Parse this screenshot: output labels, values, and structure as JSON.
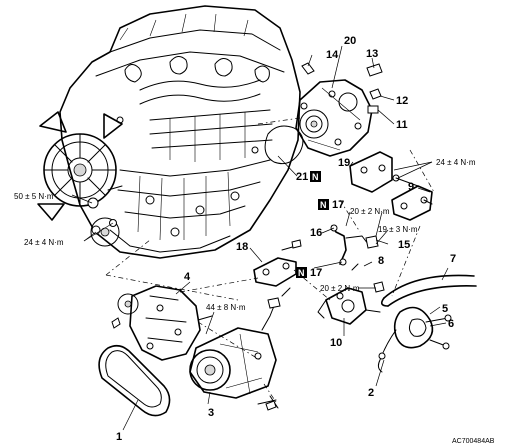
{
  "callouts": {
    "c1": "1",
    "c2": "2",
    "c3": "3",
    "c4": "4",
    "c5": "5",
    "c6": "6",
    "c7": "7",
    "c8": "8",
    "c9": "9",
    "c10": "10",
    "c11": "11",
    "c12": "12",
    "c13": "13",
    "c14": "14",
    "c15": "15",
    "c16": "16",
    "c17a": "17",
    "c17b": "17",
    "c18": "18",
    "c19": "19",
    "c20": "20",
    "c21": "21"
  },
  "n_marker": "N",
  "torques": {
    "t50": "50 ± 5 N·m",
    "t24a": "24 ± 4 N·m",
    "t24b": "24 ± 4 N·m",
    "t44": "44 ± 8 N·m",
    "t20a": "20 ± 2 N·m",
    "t19": "19 ± 3 N·m",
    "t20b": "20 ± 2 N·m"
  },
  "figure_code": "AC700484AB"
}
